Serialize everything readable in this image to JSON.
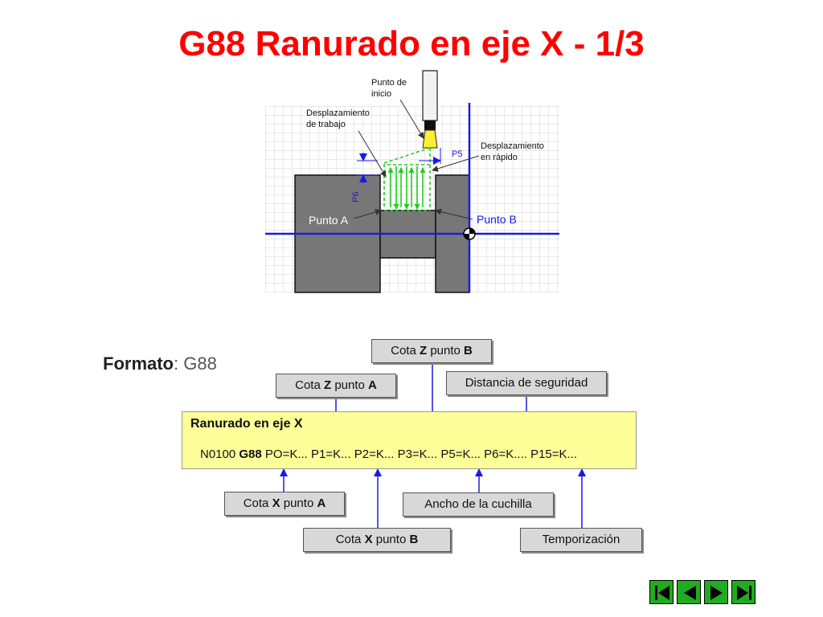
{
  "title": "G88 Ranurado en eje X - 1/3",
  "diagram": {
    "label_punto_inicio": [
      "Punto de",
      "inicio"
    ],
    "label_desp_trabajo": [
      "Desplazamiento",
      "de trabajo"
    ],
    "label_desp_rapido": [
      "Desplazamiento",
      "en rápido"
    ],
    "label_p5": "P5",
    "label_p6": "P6",
    "label_punto_a": "Punto A",
    "label_punto_b": "Punto B"
  },
  "formato": {
    "label": "Formato",
    "sep": ": ",
    "value": "G88"
  },
  "boxes": {
    "cota_z_b": {
      "pre": "Cota ",
      "bold": "Z",
      "mid": " punto ",
      "bold2": "B"
    },
    "cota_z_a": {
      "pre": "Cota ",
      "bold": "Z",
      "mid": " punto ",
      "bold2": "A"
    },
    "distancia": "Distancia de seguridad",
    "cota_x_a": {
      "pre": "Cota ",
      "bold": "X",
      "mid": " punto ",
      "bold2": "A"
    },
    "ancho": "Ancho de la cuchilla",
    "cota_x_b": {
      "pre": "Cota ",
      "bold": "X",
      "mid": " punto ",
      "bold2": "B"
    },
    "temporizacion": "Temporización"
  },
  "program": {
    "heading": "Ranurado en eje X",
    "n": "N0100 ",
    "g": "G88",
    "rest": " PO=K... P1=K... P2=K... P3=K... P5=K... P6=K.... P15=K..."
  },
  "nav": [
    "first-page",
    "previous-page",
    "next-page",
    "last-page"
  ],
  "colors": {
    "title": "#ff0000",
    "axis": "#1a1ae6",
    "toolpath": "#22cc22",
    "part": "#777777",
    "highlight": "#ffff99"
  }
}
